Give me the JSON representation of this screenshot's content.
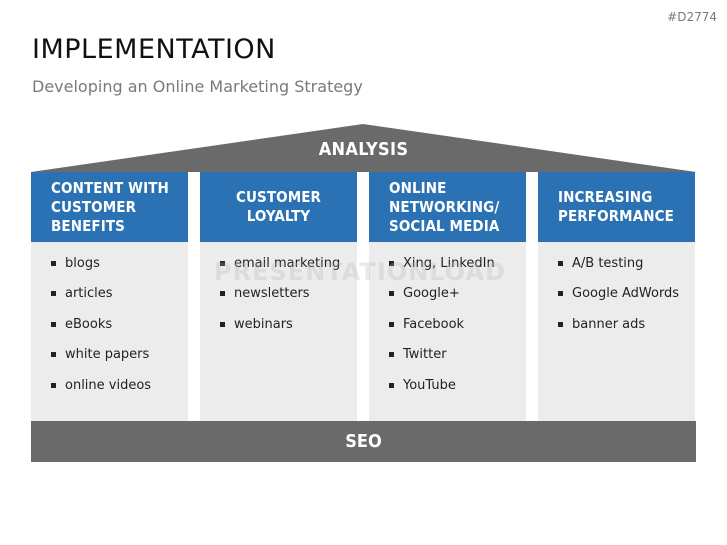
{
  "slide": {
    "code": "#D2774",
    "title": "IMPLEMENTATION",
    "subtitle": "Developing an Online Marketing Strategy",
    "watermark": "PRESENTATIONLOAD"
  },
  "roof": {
    "label": "ANALYSIS"
  },
  "base": {
    "label": "SEO"
  },
  "colors": {
    "pillar_head": "#2b72b5",
    "roof": "#6a6a6a",
    "pillar_body": "#ececec"
  },
  "pillars": [
    {
      "title": "CONTENT WITH\nCUSTOMER BENEFITS",
      "items": [
        "blogs",
        "articles",
        "eBooks",
        "white papers",
        "online videos"
      ]
    },
    {
      "title": "CUSTOMER LOYALTY",
      "items": [
        "email marketing",
        "newsletters",
        "webinars"
      ]
    },
    {
      "title": "ONLINE\nNETWORKING/\nSOCIAL MEDIA",
      "items": [
        "Xing, LinkedIn",
        "Google+",
        "Facebook",
        "Twitter",
        "YouTube"
      ]
    },
    {
      "title": "INCREASING\nPERFORMANCE",
      "items": [
        "A/B testing",
        "Google AdWords",
        "banner ads"
      ]
    }
  ]
}
